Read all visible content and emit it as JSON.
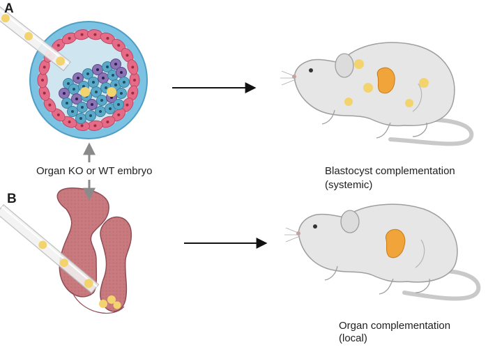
{
  "panels": {
    "a": {
      "letter": "A"
    },
    "b": {
      "letter": "B"
    }
  },
  "center_label": "Organ KO or WT embryo",
  "outcomes": {
    "systemic": {
      "line1": "Blastocyst complementation",
      "line2": "(systemic)"
    },
    "local": {
      "line1": "Organ complementation",
      "line2": "(local)"
    }
  },
  "colors": {
    "blastocyst_shell": "#7cc3e3",
    "blastocyst_cavity": "#cfe6f1",
    "trophoblast_cell": "#e56b86",
    "icm_teal_cell": "#5aa9c9",
    "icm_purple_cell": "#8b73b5",
    "donor_cell": "#f3d36e",
    "organ_tissue": "#c87a7e",
    "organ_pancreas": "#f0a43a",
    "mouse_body": "#e6e6e6",
    "mouse_tail": "#c9c9c9",
    "arrow": "#111111",
    "gray_arrow": "#8a8a8a"
  }
}
